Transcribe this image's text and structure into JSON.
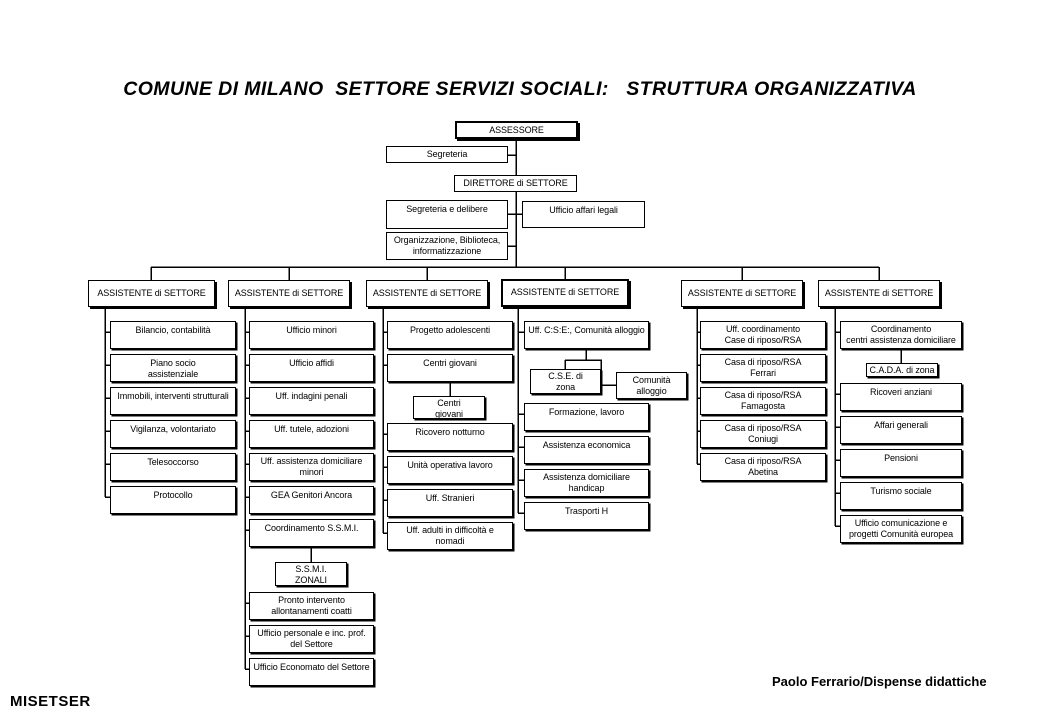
{
  "title": "COMUNE DI MILANO  SETTORE SERVIZI SOCIALI:   STRUTTURA ORGANIZZATIVA",
  "top": {
    "assessore": "ASSESSORE",
    "segreteria": "Segreteria",
    "direttore": "DIRETTORE di SETTORE",
    "segreteria_delibere": "Segreteria e delibere",
    "ufficio_affari_legali": "Ufficio affari legali",
    "organizzazione": "Organizzazione, Biblioteca,\ninformatizzazione"
  },
  "columns": [
    {
      "head": "ASSISTENTE di SETTORE",
      "children": [
        "Bilancio, contabilità",
        "Piano socio\nassistenziale",
        "Immobili, interventi strutturali",
        "Vigilanza, volontariato",
        "Telesoccorso",
        "Protocollo"
      ]
    },
    {
      "head": "ASSISTENTE di SETTORE",
      "children": [
        "Ufficio minori",
        "Ufficio affidi",
        "Uff. indagini penali",
        "Uff. tutele, adozioni",
        "Uff. assistenza domiciliare\nminori",
        "GEA Genitori Ancora",
        "Coordinamento S.S.M.I.",
        "Pronto intervento\nallontanamenti coatti",
        "Ufficio personale e inc. prof.\ndel Settore",
        "Ufficio Economato del Settore"
      ],
      "sub_ssmi": "S.S.M.I.\nZONALI"
    },
    {
      "head": "ASSISTENTE di SETTORE",
      "children": [
        "Progetto adolescenti",
        "Centri giovani",
        "Ricovero notturno",
        "Unità operativa lavoro",
        "Uff. Stranieri",
        "Uff. adulti in difficoltà e\nnomadi"
      ],
      "sub_centri": "Centri\ngiovani"
    },
    {
      "head": "ASSISTENTE di SETTORE",
      "children": [
        "Uff. C:S:E:, Comunità alloggio",
        "Formazione, lavoro",
        "Assistenza economica",
        "Assistenza domiciliare\nhandicap",
        "Trasporti H"
      ],
      "sub_cse": "C.S.E. di\nzona",
      "sub_comunita": "Comunità\nalloggio"
    },
    {
      "head": "ASSISTENTE di SETTORE",
      "children": [
        "Uff. coordinamento\nCase di riposo/RSA",
        "Casa di riposo/RSA\nFerrari",
        "Casa di riposo/RSA\nFamagosta",
        "Casa di riposo/RSA\nConiugi",
        "Casa di riposo/RSA\nAbetina"
      ]
    },
    {
      "head": "ASSISTENTE di SETTORE",
      "children": [
        "Coordinamento\ncentri assistenza domiciliare",
        "Ricoveri anziani",
        "Affari generali",
        "Pensioni",
        "Turismo sociale",
        "Ufficio comunicazione e\nprogetti Comunità europea"
      ],
      "sub_cada": "C.A.D.A. di zona"
    }
  ],
  "footer": {
    "credit": "Paolo Ferrario/Dispense didattiche",
    "code": "MISETSER"
  }
}
